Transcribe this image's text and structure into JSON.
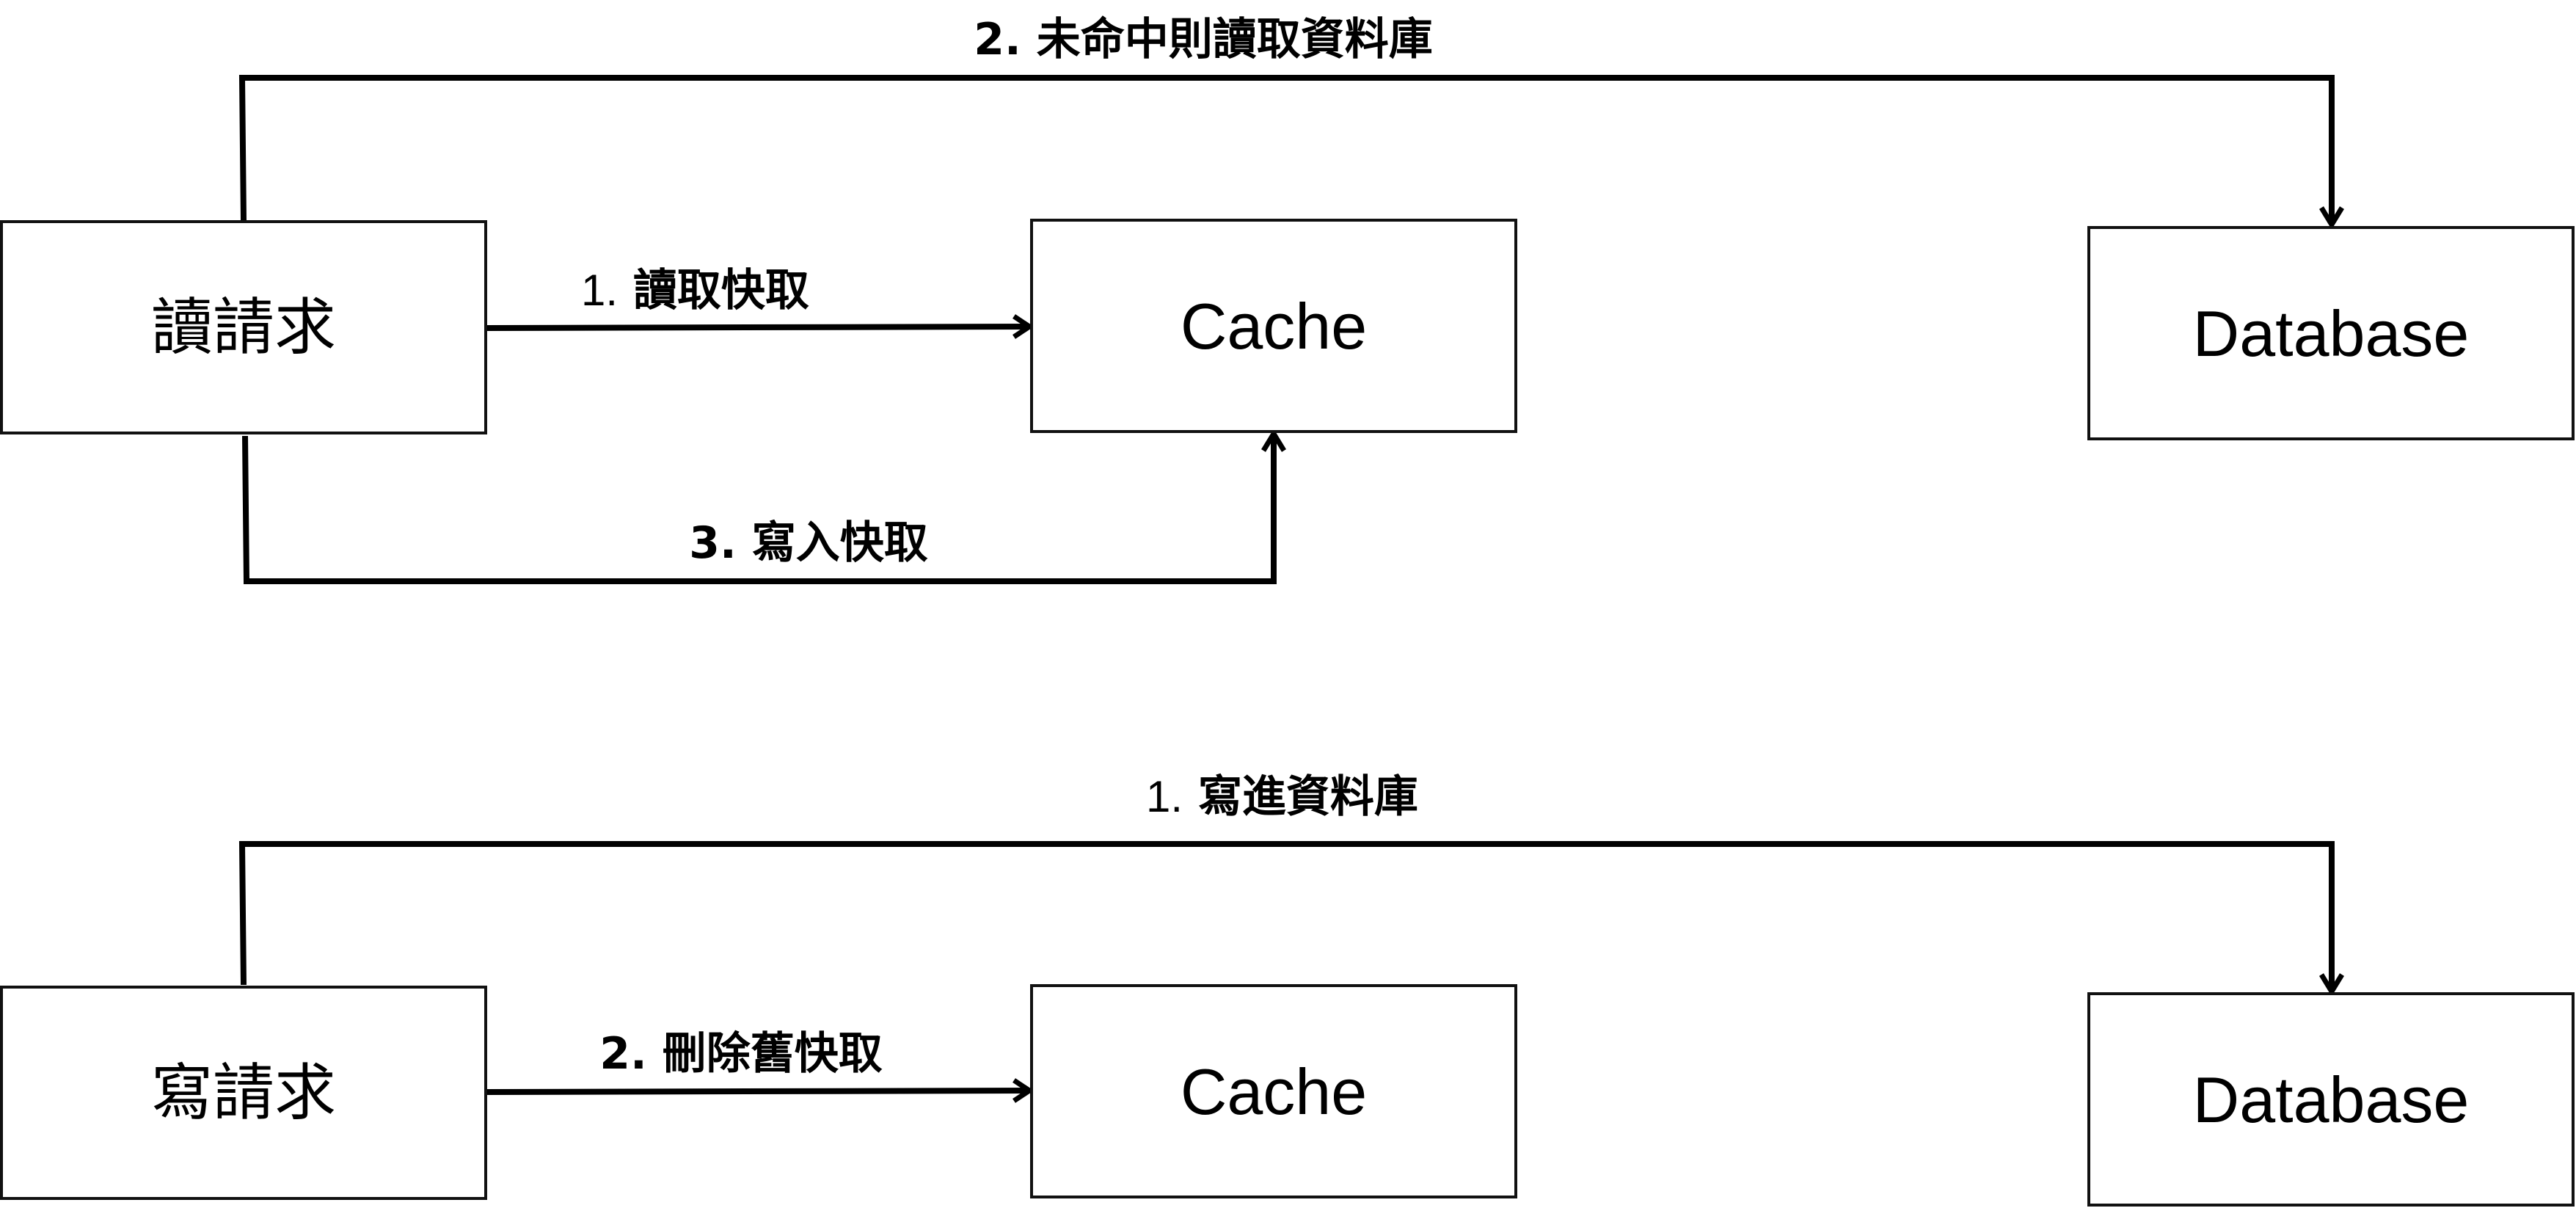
{
  "read_flow": {
    "request_label": "讀請求",
    "cache_label": "Cache",
    "database_label": "Database",
    "step1_number": "1.",
    "step1_text": "讀取快取",
    "step2_label": "2. 未命中則讀取資料庫",
    "step3_label": "3. 寫入快取"
  },
  "write_flow": {
    "request_label": "寫請求",
    "cache_label": "Cache",
    "database_label": "Database",
    "step1_number": "1.",
    "step1_text": "寫進資料庫",
    "step2_label": "2. 刪除舊快取"
  },
  "colors": {
    "stroke": "#000000",
    "box_fill": "#ffffff",
    "background": "#ffffff"
  }
}
